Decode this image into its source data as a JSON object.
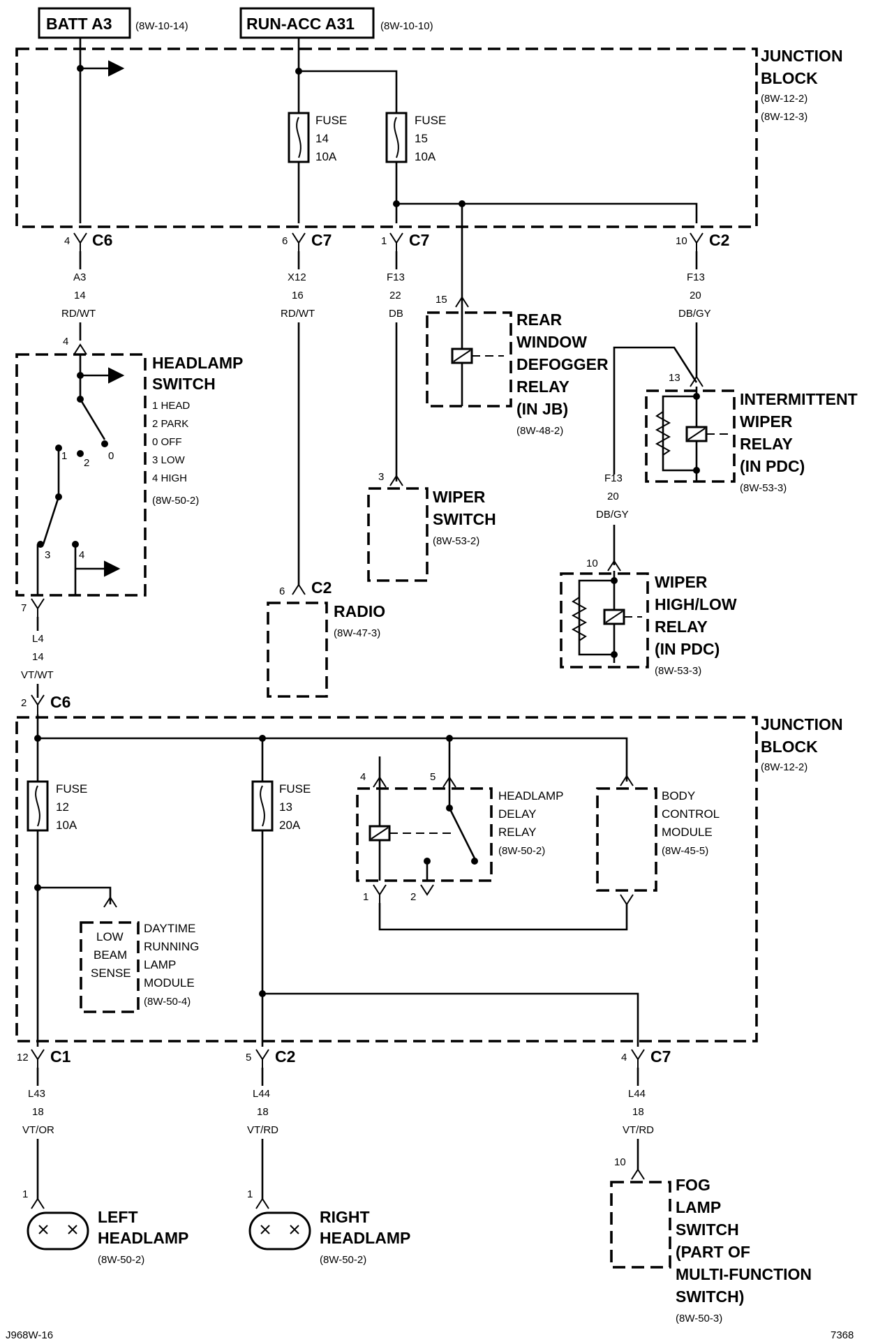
{
  "sources": {
    "batt": {
      "label": "BATT A3",
      "ref": "(8W-10-14)"
    },
    "run": {
      "label": "RUN-ACC A31",
      "ref": "(8W-10-10)"
    }
  },
  "junction_top": {
    "title1": "JUNCTION",
    "title2": "BLOCK",
    "ref1": "(8W-12-2)",
    "ref2": "(8W-12-3)"
  },
  "junction_bottom": {
    "title1": "JUNCTION",
    "title2": "BLOCK",
    "ref1": "(8W-12-2)"
  },
  "fuses": {
    "f14": {
      "label": "FUSE",
      "num": "14",
      "amp": "10A"
    },
    "f15": {
      "label": "FUSE",
      "num": "15",
      "amp": "10A"
    },
    "f12": {
      "label": "FUSE",
      "num": "12",
      "amp": "10A"
    },
    "f13": {
      "label": "FUSE",
      "num": "13",
      "amp": "20A"
    }
  },
  "connectors": {
    "c6a": {
      "pin": "4",
      "name": "C6"
    },
    "c7a": {
      "pin": "6",
      "name": "C7"
    },
    "c7b": {
      "pin": "1",
      "name": "C7"
    },
    "c2a": {
      "pin": "10",
      "name": "C2"
    },
    "c6b": {
      "pin": "2",
      "name": "C6"
    },
    "c1": {
      "pin": "12",
      "name": "C1"
    },
    "c2b": {
      "pin": "5",
      "name": "C2"
    },
    "c7c": {
      "pin": "4",
      "name": "C7"
    },
    "radio_c2": {
      "pin": "6",
      "name": "C2"
    }
  },
  "wires": {
    "a3": {
      "code": "A3",
      "gauge": "14",
      "color": "RD/WT"
    },
    "x12": {
      "code": "X12",
      "gauge": "16",
      "color": "RD/WT"
    },
    "f13_db": {
      "code": "F13",
      "gauge": "22",
      "color": "DB"
    },
    "f13_dbgy1": {
      "code": "F13",
      "gauge": "20",
      "color": "DB/GY"
    },
    "f13_dbgy2": {
      "code": "F13",
      "gauge": "20",
      "color": "DB/GY"
    },
    "l4": {
      "code": "L4",
      "gauge": "14",
      "color": "VT/WT"
    },
    "l43": {
      "code": "L43",
      "gauge": "18",
      "color": "VT/OR"
    },
    "l44a": {
      "code": "L44",
      "gauge": "18",
      "color": "VT/RD"
    },
    "l44b": {
      "code": "L44",
      "gauge": "18",
      "color": "VT/RD"
    }
  },
  "headlamp_switch": {
    "title1": "HEADLAMP",
    "title2": "SWITCH",
    "positions": [
      "1 HEAD",
      "2 PARK",
      "0 OFF",
      "3 LOW",
      "4 HIGH"
    ],
    "ref": "(8W-50-2)",
    "pin_in": "4",
    "pin_out": "7",
    "contact_labels": {
      "c1": "1",
      "c2": "2",
      "c0": "0",
      "c3": "3",
      "c4": "4"
    }
  },
  "rear_defogger": {
    "pin": "15",
    "lines": [
      "REAR",
      "WINDOW",
      "DEFOGGER",
      "RELAY",
      "(IN JB)"
    ],
    "ref": "(8W-48-2)"
  },
  "intermittent_wiper": {
    "pin": "13",
    "lines": [
      "INTERMITTENT",
      "WIPER",
      "RELAY",
      "(IN PDC)"
    ],
    "ref": "(8W-53-3)"
  },
  "wiper_switch": {
    "pin": "3",
    "lines": [
      "WIPER",
      "SWITCH"
    ],
    "ref": "(8W-53-2)"
  },
  "wiper_highlow": {
    "pin": "10",
    "lines": [
      "WIPER",
      "HIGH/LOW",
      "RELAY",
      "(IN PDC)"
    ],
    "ref": "(8W-53-3)"
  },
  "radio": {
    "label": "RADIO",
    "ref": "(8W-47-3)"
  },
  "headlamp_delay": {
    "lines": [
      "HEADLAMP",
      "DELAY",
      "RELAY"
    ],
    "ref": "(8W-50-2)",
    "pins": {
      "p4": "4",
      "p5": "5",
      "p1": "1",
      "p2": "2"
    }
  },
  "bcm": {
    "lines": [
      "BODY",
      "CONTROL",
      "MODULE"
    ],
    "ref": "(8W-45-5)"
  },
  "drl": {
    "inner": [
      "LOW",
      "BEAM",
      "SENSE"
    ],
    "lines": [
      "DAYTIME",
      "RUNNING",
      "LAMP",
      "MODULE"
    ],
    "ref": "(8W-50-4)"
  },
  "left_headlamp": {
    "pin": "1",
    "lines": [
      "LEFT",
      "HEADLAMP"
    ],
    "ref": "(8W-50-2)"
  },
  "right_headlamp": {
    "pin": "1",
    "lines": [
      "RIGHT",
      "HEADLAMP"
    ],
    "ref": "(8W-50-2)"
  },
  "fog_switch": {
    "pin": "10",
    "lines": [
      "FOG",
      "LAMP",
      "SWITCH",
      "(PART OF",
      "MULTI-FUNCTION",
      "SWITCH)"
    ],
    "ref": "(8W-50-3)"
  },
  "footer": {
    "left": "J968W-16",
    "right": "7368"
  }
}
